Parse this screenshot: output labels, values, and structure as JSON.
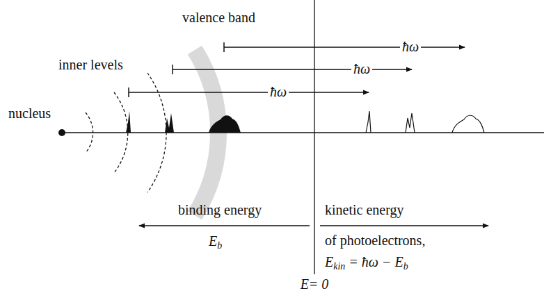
{
  "diagram": {
    "labels": [
      "valence band",
      "inner levels",
      "nucleus",
      "ħω",
      "ħω",
      "ħω",
      "binding energy",
      "Eb",
      "kinetic energy",
      "of photoelectrons,",
      "Ekin = ħω − Eb",
      "E= 0"
    ]
  }
}
